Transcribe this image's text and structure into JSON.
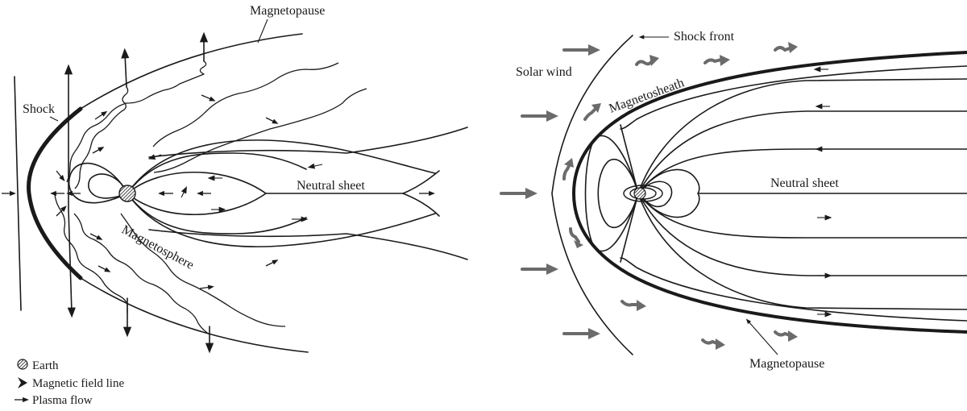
{
  "left_panel": {
    "labels": {
      "magnetopause": "Magnetopause",
      "shock": "Shock",
      "neutral_sheet": "Neutral sheet",
      "magnetosphere": "Magnetosphere"
    },
    "legend": [
      {
        "icon": "earth-icon",
        "text": "Earth"
      },
      {
        "icon": "field-line-arrow-icon",
        "text": "Magnetic field line"
      },
      {
        "icon": "plasma-flow-arrow-icon",
        "text": "Plasma flow"
      }
    ]
  },
  "right_panel": {
    "labels": {
      "shock_front": "Shock front",
      "solar_wind": "Solar wind",
      "magnetosheath": "Magnetosheath",
      "neutral_sheet": "Neutral sheet",
      "magnetopause": "Magnetopause"
    }
  },
  "colors": {
    "ink": "#1a1a1a",
    "flow_arrow": "#6b6b6b",
    "background": "#ffffff"
  }
}
